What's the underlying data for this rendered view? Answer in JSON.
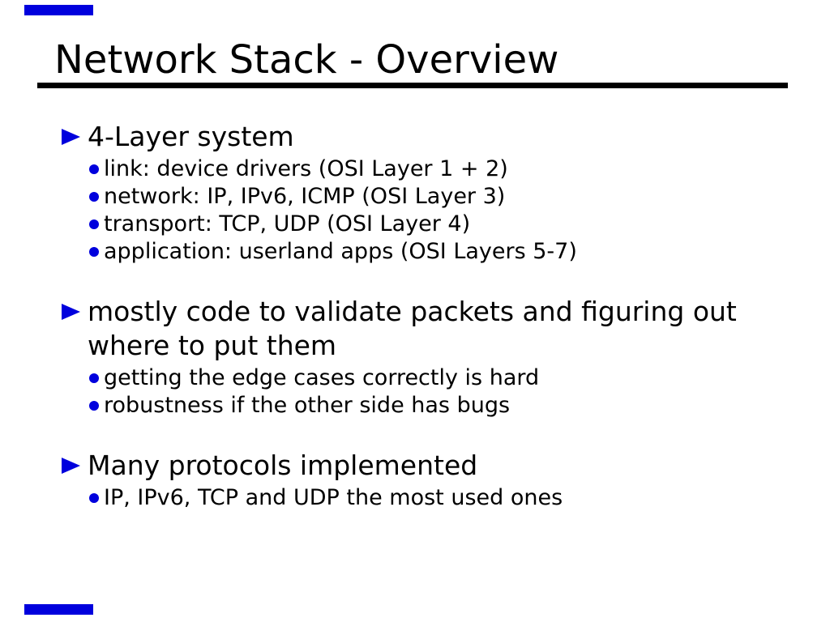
{
  "slide": {
    "title": "Network Stack - Overview",
    "accent_color": "#0000dd",
    "icons": {
      "main_bullet": "triangle-right-icon",
      "sub_bullet": "dot-icon"
    },
    "groups": [
      {
        "label": "4-Layer system",
        "subs": [
          "link: device drivers (OSI Layer 1 + 2)",
          "network: IP, IPv6, ICMP (OSI Layer 3)",
          "transport: TCP, UDP (OSI Layer 4)",
          "application: userland apps (OSI Layers 5-7)"
        ]
      },
      {
        "label": "mostly code to validate packets and figuring out where to put them",
        "subs": [
          "getting the edge cases correctly is hard",
          "robustness if the other side has bugs"
        ]
      },
      {
        "label": "Many protocols implemented",
        "subs": [
          "IP, IPv6, TCP and UDP the most used ones"
        ]
      }
    ]
  }
}
